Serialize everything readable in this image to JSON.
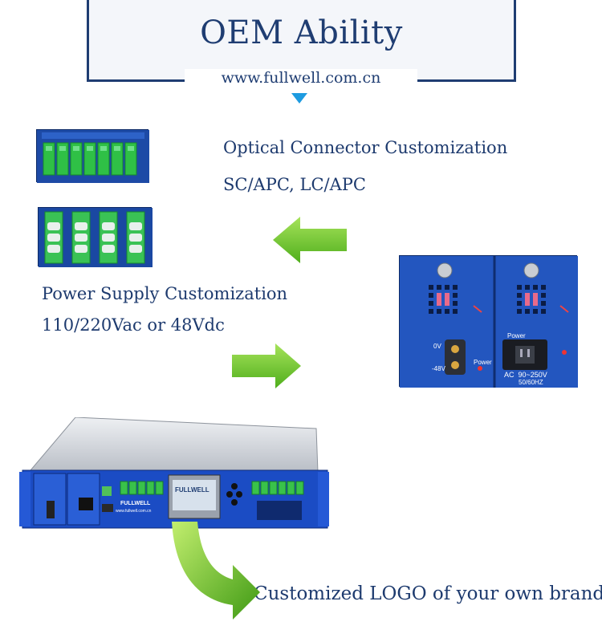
{
  "header": {
    "title": "OEM Ability",
    "url": "www.fullwell.com.cn"
  },
  "sections": {
    "optical_title": "Optical Connector Customization",
    "optical_types": "SC/APC, LC/APC",
    "power_title": "Power Supply Customization",
    "power_types": "110/220Vac or 48Vdc",
    "logo_title": "Customized LOGO of your own brand"
  },
  "power_panel": {
    "left_labels": [
      "0V",
      "-48V"
    ],
    "left_power": "Power",
    "right_power": "Power",
    "right_rating": "AC  90~250V",
    "right_freq": "50/60HZ"
  },
  "device": {
    "brand": "FULLWELL",
    "screen_brand": "FULLWELL",
    "site": "www.fullwell.com.cn"
  },
  "colors": {
    "navy": "#1f3d72",
    "accent_blue": "#1e9be0",
    "arrow_green": "#6cc428",
    "device_blue": "#1b4cc4"
  }
}
